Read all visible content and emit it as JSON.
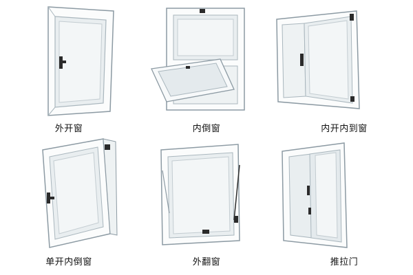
{
  "windows": [
    {
      "label": "外开窗",
      "icon": "casement-outward-window-icon"
    },
    {
      "label": "内倒窗",
      "icon": "hopper-inward-window-icon"
    },
    {
      "label": "内开内到窗",
      "icon": "tilt-turn-double-window-icon"
    },
    {
      "label": "单开内倒窗",
      "icon": "single-tilt-turn-window-icon"
    },
    {
      "label": "外翻窗",
      "icon": "awning-window-icon"
    },
    {
      "label": "推拉门",
      "icon": "sliding-door-icon"
    }
  ],
  "colors": {
    "frame": "#f4f6f7",
    "frame_edge": "#8c9aa3",
    "glass": "#e9eef0",
    "hardware": "#2b2b2b"
  }
}
